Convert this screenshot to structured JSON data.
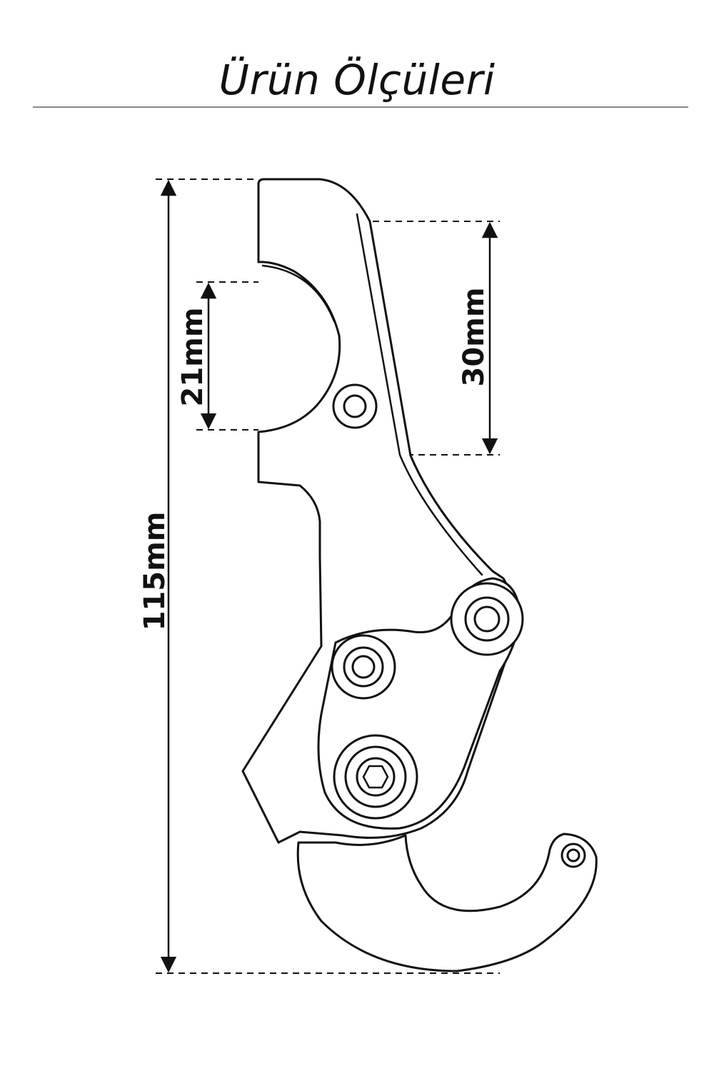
{
  "header": {
    "title": "Ürün Ölçüleri"
  },
  "dimensions": {
    "total_height": "115mm",
    "clamp_opening": "21mm",
    "upper_length": "30mm"
  },
  "colors": {
    "stroke": "#111111",
    "rule": "#8a8a8a",
    "background": "#ffffff"
  }
}
